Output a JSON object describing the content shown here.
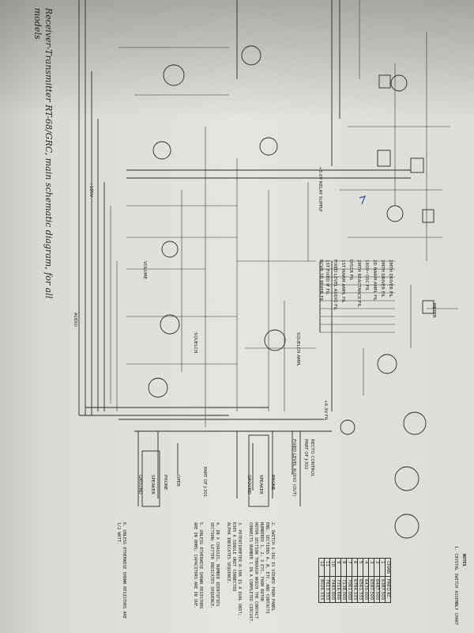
{
  "document": {
    "caption_line1": "Receiver-Transmitter RT-68/GRC, main schematic diagram, for all",
    "caption_line2": "models"
  },
  "labels": {
    "relay_supply": "+3.6V RELAY SUPPLY",
    "fil_1": "2MTH DRIVER FIL",
    "fil_2": "3MTH DRIVER FIL",
    "fil_3": "2D HARM AMPL FIL",
    "fil_4": "1800~OSC FIL",
    "fil_5": "2MTH REACTANCE FIL",
    "fil_6": "DISCR FIL",
    "fil_7": "1ST HARM AMPL FIL",
    "fil_8": "FIXED LEVEL AUDIO FIL",
    "fil_9": "1ST FIXED IF FIL",
    "fil_10": "RCVR 2D MIXER FIL",
    "meter": "METER",
    "recto_control": "RECTO CONTROL",
    "part_of_j302": "PART OF J-302",
    "fixed_level_audio_out": "FIXED LEVEL AUDIO (OUT)",
    "phone": "PHONE",
    "speaker": "SPEAKER",
    "ground": "GROUND",
    "oper": "OPER",
    "part_of_j301": "PART OF J-301",
    "audio": "AUDIO",
    "volume": "VOLUME",
    "sq_ampl": "SQUELCH AMPL",
    "squelch": "SQUELCH",
    "b_plus": "+6.3V FIL",
    "plus_ht": "+185V"
  },
  "notes": {
    "heading": "NOTES",
    "note1": "1. CRYSTAL SWITCH ASSEMBLY CHART",
    "note2_a": "2. SWITCH S-302 IS VIEWED FROM PANEL",
    "note2_b": "   END. SECTIONS A, B, ETC. AND CONTACTS",
    "note2_c": "   NUMBERED 1, 2, 3 ETC. FROM ROTOR",
    "note2_d": "   ROTOR SECTION THROUGH WHICH THE CONTACT",
    "note2_e": "   CONNECTS NUMBER 1 IN A COMPLETED CIRCUIT.",
    "note3_a": "3. POTENTIOMETER R-306 IS A DUAL UNIT;",
    "note3_b": "   R305 A SINGLE UNIT CONNECTED",
    "note3_c": "   ALPHA INDICATES SEQUENCE.",
    "note4_a": "4. IN X CHASSIS, NUMBER IDENTIFIES",
    "note4_b": "   SECTION; LETTER INDICATES SEQUENCE.",
    "note5_a": "5. UNLESS OTHERWISE SHOWN RESISTORS",
    "note5_b": "   ARE IN OHMS; CAPACITORS ARE IN UUF.",
    "note6_a": "6. UNLESS OTHERWISE SHOWN RESISTORS ARE",
    "note6_b": "   1/2 WATT."
  },
  "crystal_chart": {
    "headers": [
      "CHAN",
      "FREQ KC"
    ],
    "rows": [
      [
        "1",
        "6387.500"
      ],
      [
        "2",
        "6487.500"
      ],
      [
        "3",
        "6587.500"
      ],
      [
        "4",
        "6439.000"
      ],
      [
        "5",
        "6561.333"
      ],
      [
        "6",
        "6784.333"
      ],
      [
        "7",
        "7061.000"
      ],
      [
        "8",
        "7238.000"
      ],
      [
        "9",
        "7316.666"
      ],
      [
        "10",
        "7483.000"
      ],
      [
        "11",
        "7613.333"
      ],
      [
        "12",
        "8026.333"
      ]
    ]
  },
  "colors": {
    "paper": "#e6e4df",
    "ink": "#2a2a2a",
    "shadow": "#5a5a5a",
    "annotation_pen": "#3b4db0"
  }
}
